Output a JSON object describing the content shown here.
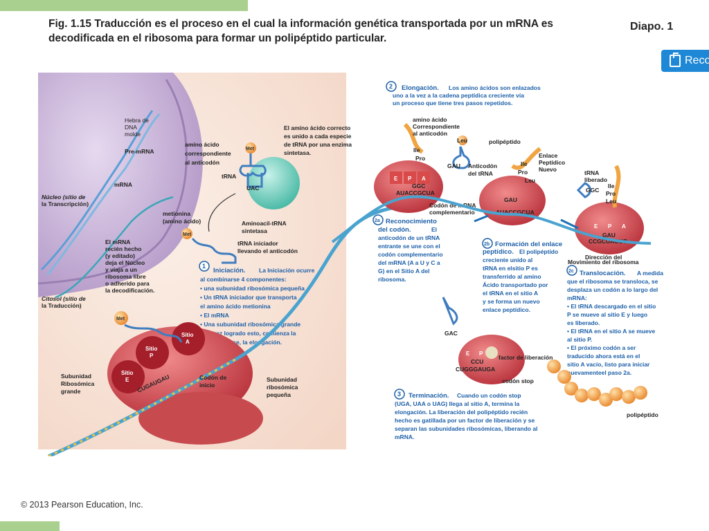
{
  "header": {
    "title_line1": "Fig. 1.15  Traducción es el proceso en el cual la información genética transportada por un mRNA es",
    "title_line2": "decodificada en el ribosoma para formar un polipéptido particular.",
    "slide_label": "Diapo. 1"
  },
  "toolbar": {
    "record_label": "Reco"
  },
  "footer": {
    "copyright": "© 2013 Pearson Education, Inc."
  },
  "nucleus": {
    "dna": [
      "Hebra de",
      "DNA",
      "molde"
    ],
    "premrna": "Pre-mRNA",
    "mrna": "mRNA",
    "nucleo": [
      "Núcleo (sitio de",
      "la Transcripción)"
    ],
    "mrna_exit": [
      "El mRNA",
      "recién hecho",
      "(y editado)",
      "deja el Núcleo",
      "y viaja a un",
      "ribosoma libre",
      "o adherido para",
      "la decodificación."
    ],
    "citosol": [
      "Citosol (sitio de",
      "la Traducción)"
    ]
  },
  "synthetase": {
    "aa": [
      "amino ácido",
      "correspondiente",
      "al anticodón"
    ],
    "met": "Met",
    "trna": "tRNA",
    "anticodon": "UAC",
    "text": [
      "El amino ácido correcto",
      "es unido a cada especie",
      "de tRNA por una enzima",
      "sintetasa."
    ],
    "enzyme": [
      "Aminoacil-tRNA",
      "sintetasa"
    ],
    "metionina": [
      "metionina",
      "(amino ácido)"
    ],
    "initiator": [
      "tRNA iniciador",
      "llevando el anticodón"
    ]
  },
  "initiation": {
    "num": "1",
    "heading": "Iniciación.",
    "lines": [
      "La Iniciación ocurre",
      "al combinarse 4 componentes:",
      "• una subunidad ribosómica pequeña",
      "• Un tRNA iniciador que transporta",
      "  el amino ácido metionina",
      "• El mRNA",
      "• Una subunidad ribosómica grande",
      "Una vez logrado esto, comienza la",
      "siguiente fase, la elongación."
    ],
    "sitio_a": [
      "Sitio",
      "A"
    ],
    "sitio_p": [
      "Sitio",
      "P"
    ],
    "sitio_e": [
      "Sitio",
      "E"
    ],
    "large": [
      "Subunidad",
      "Ribosómica",
      "grande"
    ],
    "small": [
      "Subunidad",
      "ribosómica",
      "pequeña"
    ],
    "codon": [
      "Codón de",
      "inicio"
    ],
    "mrna_seq": "CUGAUGAU"
  },
  "elongation": {
    "num": "2",
    "heading": "Elongación.",
    "lines": [
      "Los amino ácidos son enlazados",
      "uno a la vez a la cadena peptídica creciente vía",
      "un proceso que tiene tres pasos repetidos."
    ],
    "aa_label": [
      "amino ácido",
      "Correspondiente",
      "al anticodón"
    ],
    "leu": "Leu",
    "ile": "Ile",
    "pro": "Pro",
    "polipeptido": "polipéptido",
    "anticodon": [
      "Anticodón",
      "del tRNA"
    ],
    "codon_mrna": [
      "Codón de mRNA",
      "complementario"
    ],
    "enlace": [
      "Enlace",
      "Peptídico",
      "Nuevo"
    ],
    "trna_liberado": [
      "tRNA",
      "liberado"
    ],
    "direccion": [
      "Dirección del",
      "Movimiento del ribosoma"
    ],
    "seq1": "AUACCGCUA",
    "seq2": "AUACCGCUA",
    "seq3": "CCGCUACUG",
    "gau": "GAU",
    "ggc": "GGC",
    "site_e": "E",
    "site_p": "P",
    "site_a": "A"
  },
  "step2a": {
    "num": "2a",
    "heading": [
      "Reconocimiento",
      "del codón."
    ],
    "lines": [
      "El",
      "anticodón de un tRNA",
      "entrante se une con el",
      "codón complementario",
      "del mRNA (A a U y C a",
      "G) en el Sitio A del",
      "ribosoma."
    ]
  },
  "step2b": {
    "num": "2b",
    "heading": [
      "Formación del enlace",
      "peptídico."
    ],
    "lines": [
      "El polipéptido",
      "creciente unido al",
      "tRNA en elsitio P es",
      "transferrido al amino",
      "Ácido transportado por",
      "el tRNA en el sitio A",
      "y se forma un nuevo",
      "enlace peptídico."
    ]
  },
  "step2c": {
    "num": "2c",
    "heading": "Translocación.",
    "lines": [
      "A medida",
      "que el ribosoma se transloca, se",
      "desplaza un codón a lo largo del",
      "mRNA:",
      "• El tRNA descargado en el sitio",
      "P se mueve al sitio E y luego",
      "  es liberado.",
      "• El tRNA en el sitio A se mueve",
      "al sitio P.",
      "• El próximo codón a ser",
      "traducido ahora está en el",
      "sitio A vacío, listo para iniciar",
      "nuevamenteel paso 2a."
    ]
  },
  "termination": {
    "num": "3",
    "heading": "Terminación.",
    "lines": [
      "Cuando un codón stop",
      "(UGA, UAA o UAG) llega al sitio A, termina la",
      "elongación. La liberación del polipéptido recién",
      "hecho es gatillada por un factor de liberación y se",
      "separan las subunidades ribosómicas, liberando al",
      "mRNA."
    ],
    "factor": "factor de liberación",
    "stop": "codón stop",
    "polipeptido": "polipéptido",
    "seq": "CUGGGAUGA",
    "ccu": "CCU",
    "gac": "GAC"
  }
}
